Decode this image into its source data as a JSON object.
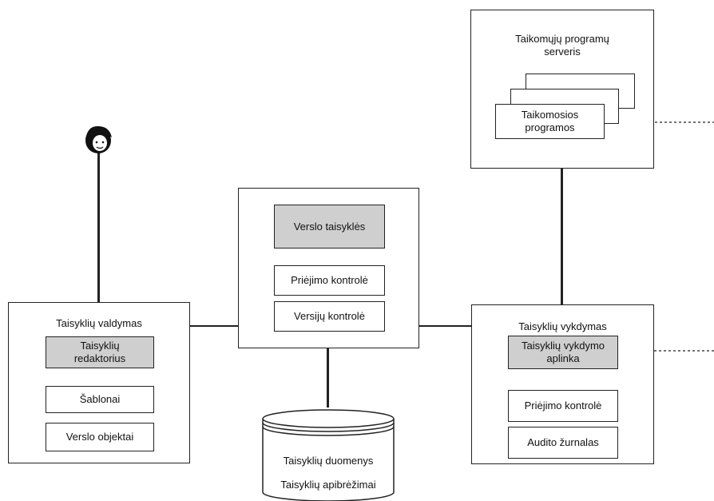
{
  "management": {
    "title": "Taisyklių valdymas",
    "editor": "Taisyklių redaktorius",
    "templates": "Šablonai",
    "business_objects": "Verslo objektai"
  },
  "core": {
    "business_rules": "Verslo taisyklės",
    "access_control": "Priėjimo kontrolė",
    "version_control": "Versijų kontrolė"
  },
  "app_server": {
    "title": "Taikomųjų programų serveris",
    "applications": "Taikomosios programos"
  },
  "execution": {
    "title": "Taisyklių vykdymas",
    "environment": "Taisyklių vykdymo aplinka",
    "access_control": "Priėjimo kontrolė",
    "audit_log": "Audito žurnalas"
  },
  "database": {
    "data": "Taisyklių duomenys",
    "definitions": "Taisyklių apibrėžimai"
  }
}
